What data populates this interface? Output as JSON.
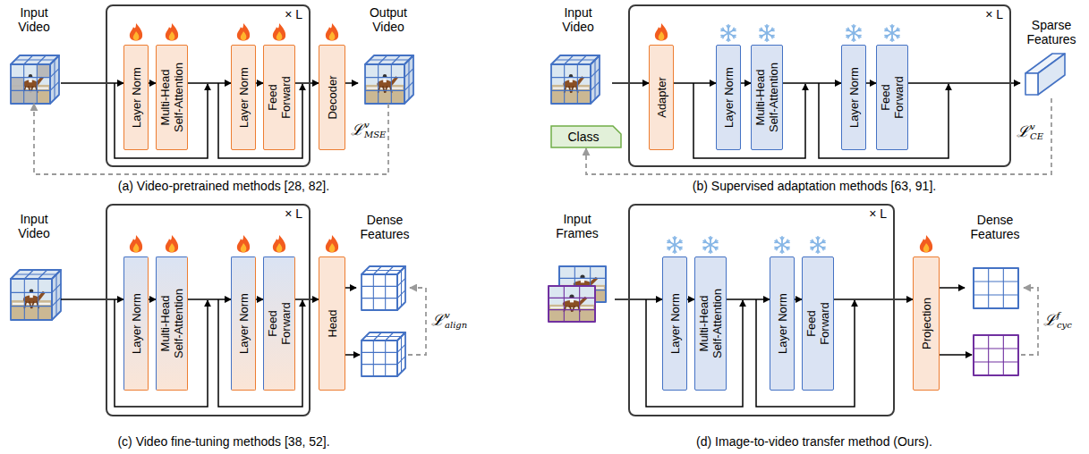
{
  "diagram": {
    "nodes": [
      {
        "text": [
          "Input Video"
        ]
      },
      {
        "text": [
          "× L"
        ]
      },
      {
        "text": [
          "Layer Norm"
        ],
        "in": 1
      },
      {
        "text": [
          "Multi-Head Self-Attention"
        ],
        "in": 1
      },
      {
        "text": [
          "Layer Norm"
        ],
        "in": 1
      },
      {
        "text": [
          "Feed Forward"
        ],
        "in": 1
      },
      {
        "text": [
          "Decoder"
        ]
      },
      {
        "text": [
          "Output Video"
        ]
      },
      {
        "text": [
          "Input Video"
        ]
      },
      {
        "text": [
          "Class"
        ]
      },
      {
        "text": [
          "× L"
        ]
      },
      {
        "text": [
          "Adapter"
        ],
        "in": 10
      },
      {
        "text": [
          "Layer Norm"
        ],
        "in": 10
      },
      {
        "text": [
          "Multi-Head Self-Attention"
        ],
        "in": 10
      },
      {
        "text": [
          "Layer Norm"
        ],
        "in": 10
      },
      {
        "text": [
          "Feed Forward"
        ],
        "in": 10
      },
      {
        "text": [
          "Sparse Features"
        ]
      },
      {
        "text": [
          "Input Video"
        ]
      },
      {
        "text": [
          "× L"
        ]
      },
      {
        "text": [
          "Layer Norm"
        ],
        "in": 18
      },
      {
        "text": [
          "Multi-Head Self-Attention"
        ],
        "in": 18
      },
      {
        "text": [
          "Layer Norm"
        ],
        "in": 18
      },
      {
        "text": [
          "Feed Forward"
        ],
        "in": 18
      },
      {
        "text": [
          "Head"
        ]
      },
      {
        "text": [
          "Dense Features"
        ]
      },
      {
        "text": [
          "Input Frames"
        ]
      },
      {
        "text": [
          "× L"
        ]
      },
      {
        "text": [
          "Layer Norm"
        ],
        "in": 26
      },
      {
        "text": [
          "Multi-Head Self-Attention"
        ],
        "in": 26
      },
      {
        "text": [
          "Layer Norm"
        ],
        "in": 26
      },
      {
        "text": [
          "Feed Forward"
        ],
        "in": 26
      },
      {
        "text": [
          "Projection"
        ]
      },
      {
        "text": [
          "Dense Features"
        ]
      }
    ],
    "edges": [
      {
        "from": 0,
        "to": 2,
        "arrow": "to"
      },
      {
        "from": 2,
        "to": 3,
        "arrow": "to"
      },
      {
        "from": 3,
        "to": 4,
        "arrow": "to"
      },
      {
        "from": 4,
        "to": 5,
        "arrow": "to"
      },
      {
        "from": 5,
        "to": 6,
        "arrow": "to"
      },
      {
        "from": 6,
        "to": 7,
        "arrow": "to"
      },
      {
        "from": 7,
        "to": 0,
        "arrow": "to"
      },
      {
        "from": 8,
        "to": 11,
        "arrow": "to"
      },
      {
        "from": 11,
        "to": 12,
        "arrow": "to"
      },
      {
        "from": 12,
        "to": 13,
        "arrow": "to"
      },
      {
        "from": 13,
        "to": 14,
        "arrow": "to"
      },
      {
        "from": 14,
        "to": 15,
        "arrow": "to"
      },
      {
        "from": 15,
        "to": 16,
        "arrow": "to"
      },
      {
        "from": 16,
        "to": 9,
        "arrow": "to"
      },
      {
        "from": 17,
        "to": 19,
        "arrow": "to"
      },
      {
        "from": 19,
        "to": 20,
        "arrow": "to"
      },
      {
        "from": 20,
        "to": 21,
        "arrow": "to"
      },
      {
        "from": 21,
        "to": 22,
        "arrow": "to"
      },
      {
        "from": 22,
        "to": 23,
        "arrow": "to"
      },
      {
        "from": 23,
        "to": 24,
        "arrow": "to"
      },
      {
        "from": 25,
        "to": 27,
        "arrow": "to"
      },
      {
        "from": 27,
        "to": 28,
        "arrow": "to"
      },
      {
        "from": 28,
        "to": 29,
        "arrow": "to"
      },
      {
        "from": 29,
        "to": 30,
        "arrow": "to"
      },
      {
        "from": 30,
        "to": 31,
        "arrow": "to"
      },
      {
        "from": 31,
        "to": 32,
        "arrow": "to"
      }
    ],
    "labels": [
      "(a) Video-pretrained methods [28, 82].",
      "ℒ",
      "v",
      "MSE",
      "(b) Supervised adaptation methods [63, 91].",
      "ℒ",
      "v",
      "CE",
      "(c) Video fine-tuning methods [38, 52].",
      "ℒ",
      "v",
      "align",
      "(d) Image-to-video transfer method (Ours).",
      "ℒ",
      "f",
      "cyc"
    ]
  }
}
